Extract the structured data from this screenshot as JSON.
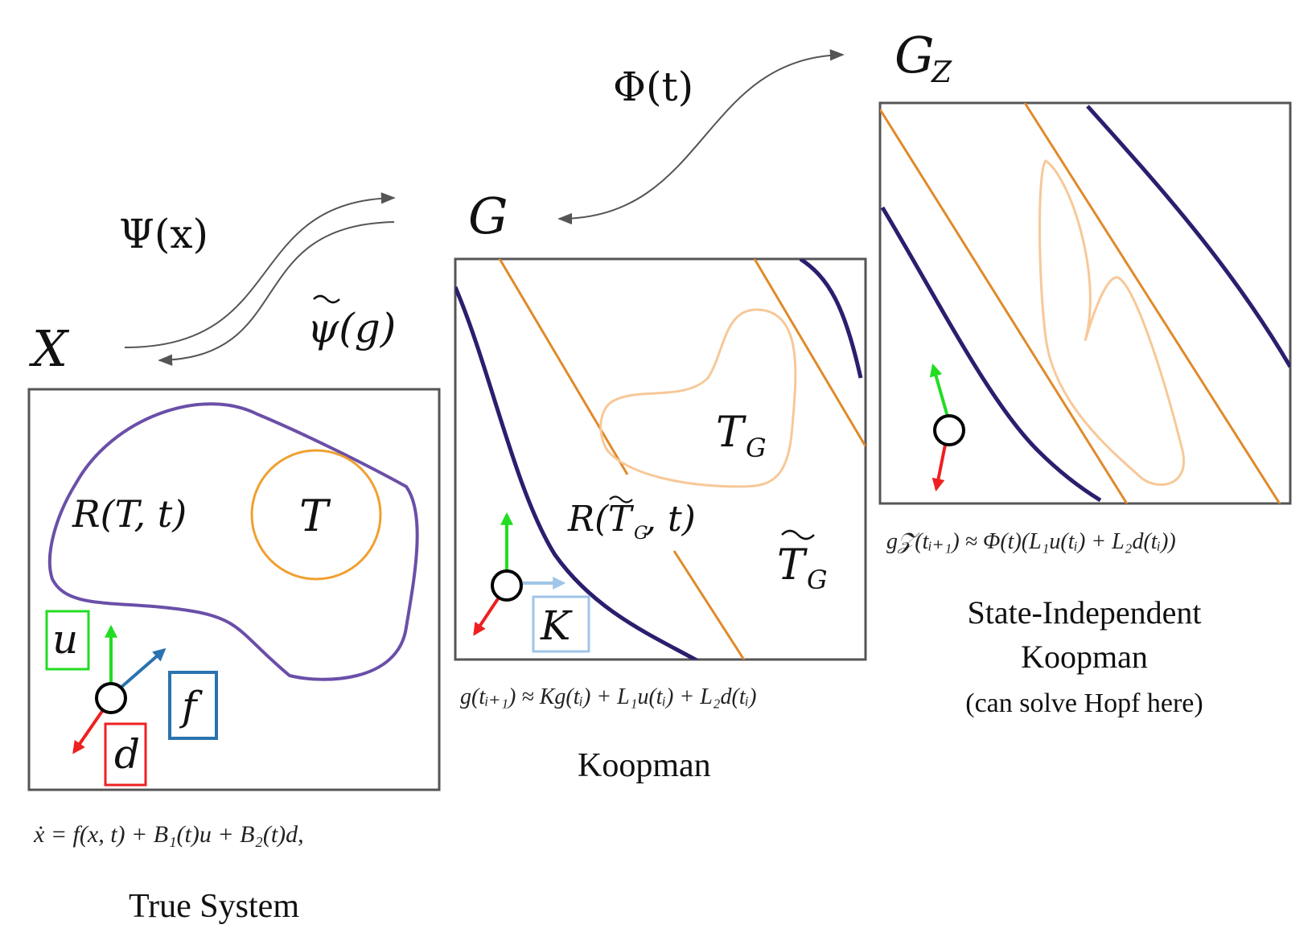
{
  "colors": {
    "frame": "#555555",
    "reach_set": "#6a4fa8",
    "target_true": "#f0a030",
    "target_lifted": "#f7c898",
    "orange_lines": "#e08a2a",
    "navy_curves": "#2a1f6e",
    "control_u": "#22dd22",
    "disturbance_d": "#ee2020",
    "drift_f": "#2a73b0",
    "koopman_K": "#9fc5e8",
    "map_arrows": "#555555"
  },
  "maps": {
    "psi": "Ψ(x)",
    "psi_inverse_base": "ψ(g)",
    "phi": "Φ(t)"
  },
  "spaces": {
    "true": "X",
    "lifted": "G",
    "lifted_independent_base": "G",
    "lifted_independent_sub": "Z"
  },
  "true_system": {
    "reach_label": "R(T, t)",
    "target_label": "T",
    "u_label": "u",
    "d_label": "d",
    "f_label": "f",
    "equation": "ẋ = f(x, t) + B₁(t)u + B₂(t)d,",
    "caption": "True System"
  },
  "koopman": {
    "target_base": "T",
    "target_sub": "G",
    "reach_prefix": "R(",
    "reach_T": "T",
    "reach_sub": "G",
    "reach_suffix": ", t)",
    "approx_target_base": "T",
    "approx_target_sub": "G",
    "K_label": "K",
    "equation": "g(tᵢ₊₁) ≈ Kg(tᵢ) + L₁u(tᵢ) + L₂d(tᵢ)",
    "caption": "Koopman"
  },
  "state_independent": {
    "equation": "g𝒵(tᵢ₊₁) ≈ Φ(t)(L₁u(tᵢ) + L₂d(tᵢ))",
    "caption_line1": "State-Independent",
    "caption_line2": "Koopman",
    "caption_note": "(can solve Hopf here)"
  },
  "icons": {
    "state_marker": "circle-icon",
    "tilde": "tilde-accent-icon"
  }
}
